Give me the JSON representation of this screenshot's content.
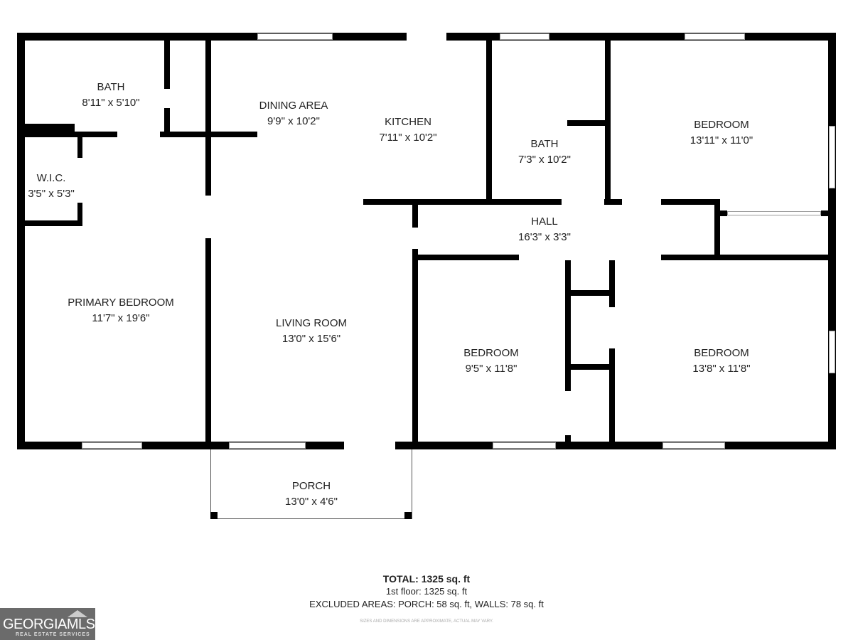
{
  "rooms": [
    {
      "name": "BATH",
      "dims": "8'11\" x 5'10\""
    },
    {
      "name": "DINING AREA",
      "dims": "9'9\" x 10'2\""
    },
    {
      "name": "KITCHEN",
      "dims": "7'11\" x 10'2\""
    },
    {
      "name": "BATH",
      "dims": "7'3\" x 10'2\""
    },
    {
      "name": "BEDROOM",
      "dims": "13'11\" x 11'0\""
    },
    {
      "name": "W.I.C.",
      "dims": "3'5\" x 5'3\""
    },
    {
      "name": "HALL",
      "dims": "16'3\" x 3'3\""
    },
    {
      "name": "PRIMARY BEDROOM",
      "dims": "11'7\" x 19'6\""
    },
    {
      "name": "LIVING ROOM",
      "dims": "13'0\" x 15'6\""
    },
    {
      "name": "BEDROOM",
      "dims": "9'5\" x 11'8\""
    },
    {
      "name": "BEDROOM",
      "dims": "13'8\" x 11'8\""
    },
    {
      "name": "PORCH",
      "dims": "13'0\" x 4'6\""
    }
  ],
  "totals": {
    "total": "TOTAL: 1325 sq. ft",
    "floor": "1st floor: 1325 sq. ft",
    "excluded": "EXCLUDED AREAS: PORCH: 58 sq. ft, WALLS: 78 sq. ft",
    "disclaimer": "SIZES AND DIMENSIONS ARE APPROXIMATE, ACTUAL MAY VARY."
  },
  "logo": {
    "name": "GEORGIAMLS",
    "tagline": "REAL ESTATE SERVICES"
  }
}
